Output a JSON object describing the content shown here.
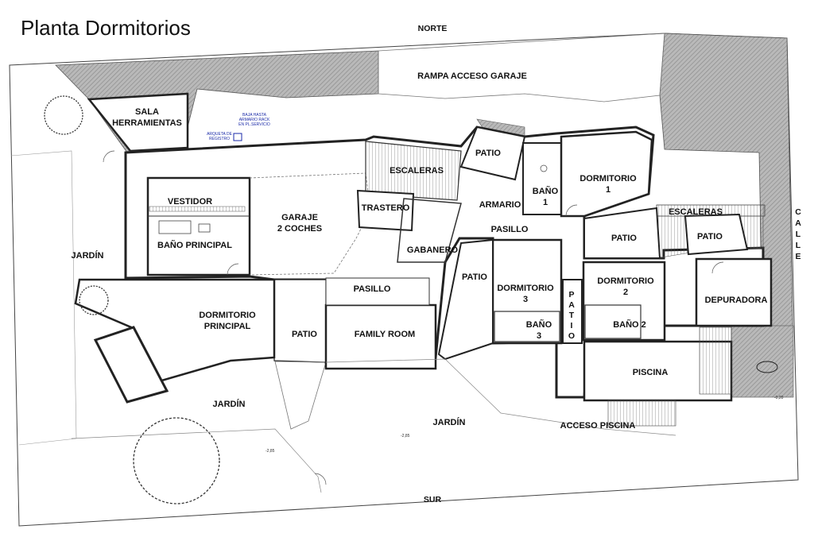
{
  "title": "Planta Dormitorios",
  "orientation": {
    "north": "NORTE",
    "south": "SUR",
    "street": "CALLE"
  },
  "rooms": {
    "sala_herramientas": [
      "SALA",
      "HERRAMIENTAS"
    ],
    "rampa": "RAMPA ACCESO GARAJE",
    "vestidor": "VESTIDOR",
    "bano_principal": "BAÑO PRINCIPAL",
    "garaje": [
      "GARAJE",
      "2 COCHES"
    ],
    "escaleras_1": "ESCALERAS",
    "trastero": "TRASTERO",
    "gabanero": "GABANERO",
    "patio_1": "PATIO",
    "armario": "ARMARIO",
    "bano_1": [
      "BAÑO",
      "1"
    ],
    "dormitorio_1": [
      "DORMITORIO",
      "1"
    ],
    "escaleras_2": "ESCALERAS",
    "patio_2": "PATIO",
    "patio_3": "PATIO",
    "pasillo_1": "PASILLO",
    "patio_4": "PATIO",
    "dormitorio_3": [
      "DORMITORIO",
      "3"
    ],
    "patio_vertical": "PATIO",
    "bano_3": [
      "BAÑO",
      "3"
    ],
    "dormitorio_2": [
      "DORMITORIO",
      "2"
    ],
    "bano_2": "BAÑO 2",
    "depuradora": "DEPURADORA",
    "pasillo_2": "PASILLO",
    "dormitorio_principal": [
      "DORMITORIO",
      "PRINCIPAL"
    ],
    "patio_5": "PATIO",
    "family_room": "FAMILY ROOM",
    "piscina": "PISCINA",
    "acceso_piscina": "ACCESO PISCINA",
    "jardin_1": "JARDÍN",
    "jardin_2": "JARDÍN",
    "jardin_3": "JARDÍN"
  },
  "notes": {
    "arqueta": [
      "ARQUETA DE",
      "REGISTRO"
    ],
    "bajante": [
      "BAJA HASTA",
      "ARMARIO RACK",
      "EN PL.SERVICIO"
    ]
  },
  "levels": {
    "level_1": "-2,85",
    "level_2": "-2,85",
    "level_3": "-0,20"
  },
  "colors": {
    "wall": "#222222",
    "hatch": "#9a9a9a",
    "annotation": "#1a2aa8"
  }
}
